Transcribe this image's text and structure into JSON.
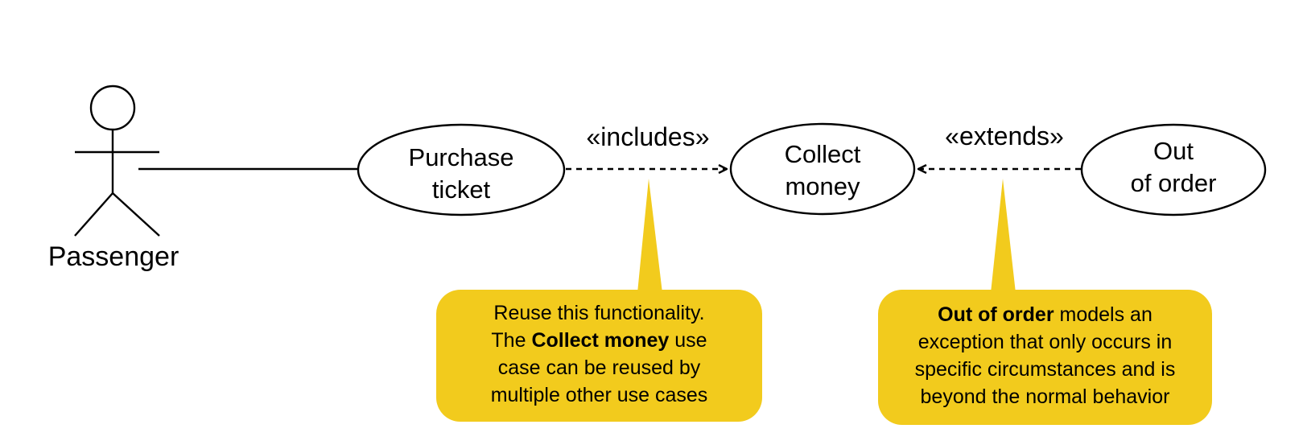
{
  "colors": {
    "line": "#000000",
    "callout_fill": "#f2cb1d",
    "background": "#ffffff"
  },
  "actor": {
    "icon": "stick-figure-icon",
    "label": "Passenger"
  },
  "use_cases": [
    {
      "id": "purchase",
      "line1": "Purchase",
      "line2": "ticket"
    },
    {
      "id": "collect",
      "line1": "Collect",
      "line2": "money"
    },
    {
      "id": "outoforder",
      "line1": "Out",
      "line2": "of order"
    }
  ],
  "relations": {
    "includes": "«includes»",
    "extends": "«extends»"
  },
  "callouts": {
    "includes_note": {
      "line1": "Reuse this functionality.",
      "line2_pre": "The ",
      "line2_bold": "Collect money",
      "line2_post": " use",
      "line3": "case can be reused by",
      "line4": "multiple other use cases"
    },
    "extends_note": {
      "line1_bold": "Out of order",
      "line1_post": " models an",
      "line2": "exception that only occurs in",
      "line3": "specific circumstances and is",
      "line4": "beyond the normal behavior"
    }
  }
}
